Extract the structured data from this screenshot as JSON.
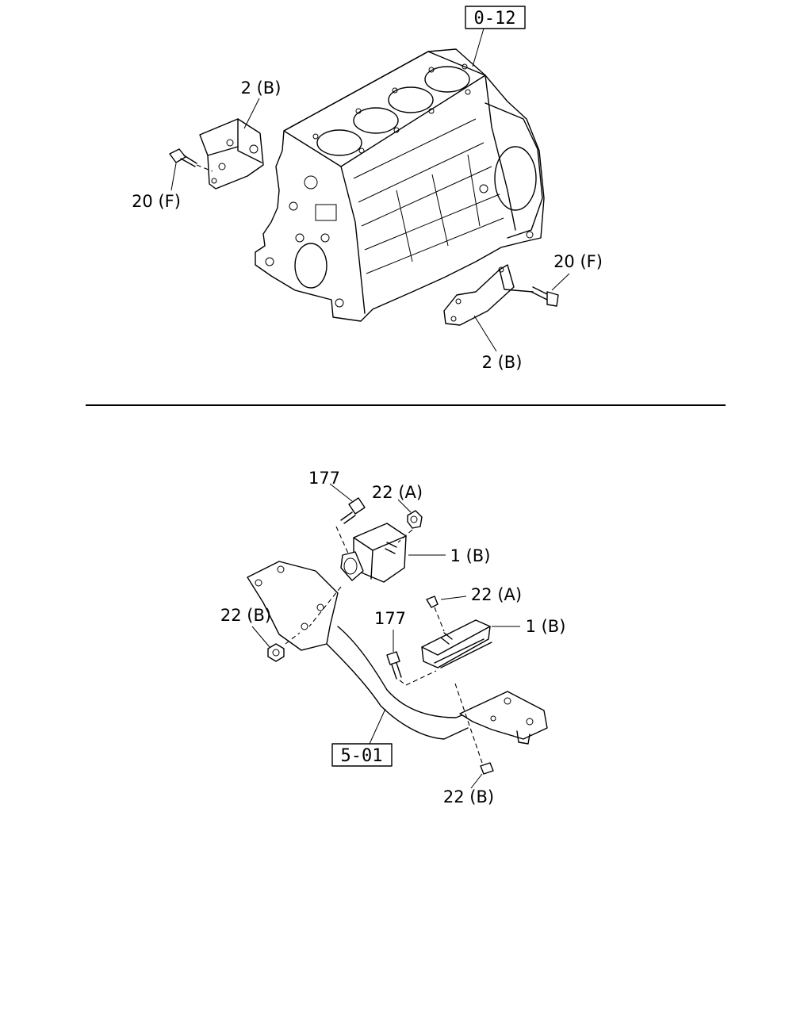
{
  "references": {
    "top": "0-12",
    "bottom": "5-01"
  },
  "callouts": {
    "bracket_left": "2 (B)",
    "bolt_left": "20 (F)",
    "bolt_right": "20 (F)",
    "bracket_right": "2 (B)",
    "bolt_177_a": "177",
    "nut_22a_a": "22 (A)",
    "mount_1b_a": "1 (B)",
    "nut_22a_b": "22 (A)",
    "bolt_177_b": "177",
    "mount_1b_b": "1 (B)",
    "nut_22b_left": "22 (B)",
    "nut_22b_bottom": "22 (B)"
  }
}
